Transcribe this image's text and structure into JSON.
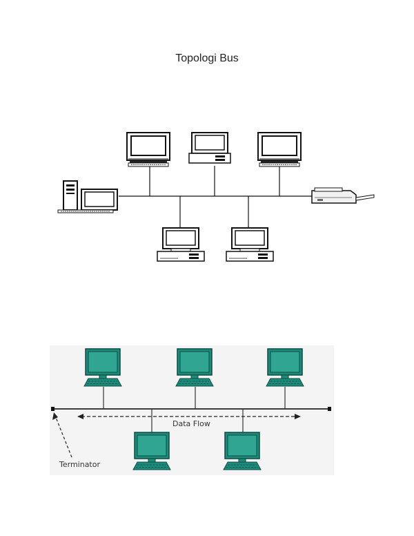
{
  "page": {
    "title": "Topologi Bus"
  },
  "diagram1": {
    "nodes": [
      {
        "type": "desktop-tower"
      },
      {
        "type": "crt-monitor"
      },
      {
        "type": "desktop-pc"
      },
      {
        "type": "crt-monitor"
      },
      {
        "type": "printer"
      },
      {
        "type": "desktop-pc"
      },
      {
        "type": "desktop-pc"
      }
    ]
  },
  "diagram2": {
    "background": "#f4f4f4",
    "computer_color": "#1f8a7a",
    "data_flow_label": "Data Flow",
    "terminator_label": "Terminator"
  }
}
